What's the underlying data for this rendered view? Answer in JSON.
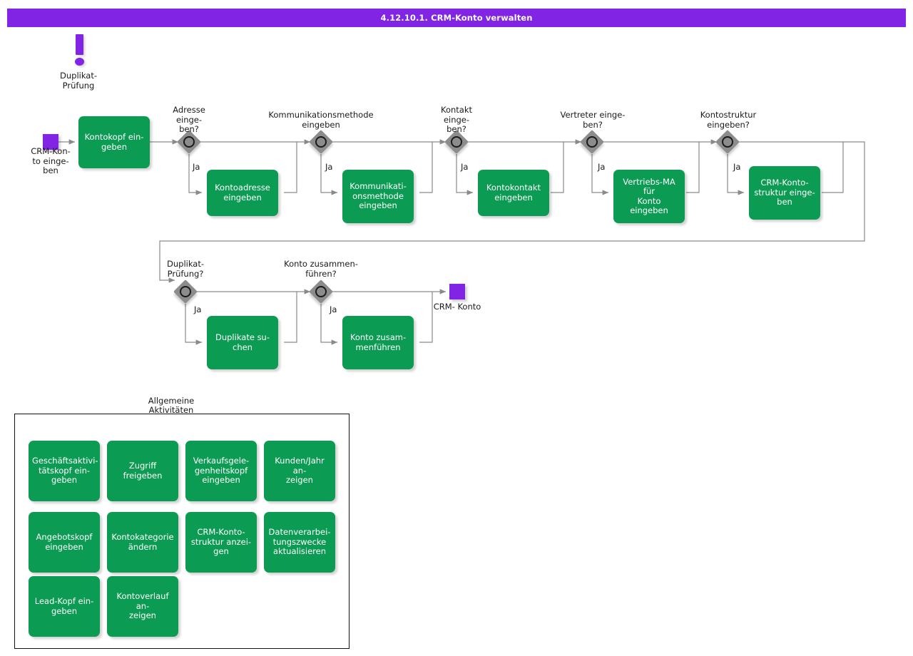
{
  "title": "4.12.10.1. CRM-Konto verwalten",
  "colors": {
    "title_bar": "#8224e3",
    "task_fill": "#0c9b52",
    "task_text": "#ffffff",
    "gateway_fill": "#8c8c8c",
    "event_fill": "#8224e3",
    "connector": "#7a7a7a",
    "group_border": "#111111"
  },
  "annotation": {
    "icon": "exclamation-icon",
    "label": "Duplikat-\nPrüfung"
  },
  "events": {
    "start": {
      "label": "CRM-Kon-\nto einge-\nben"
    },
    "end": {
      "label": "CRM- Konto"
    }
  },
  "gateways": [
    {
      "id": "adresse",
      "label": "Adresse\neinge-\nben?",
      "branch_label": "Ja"
    },
    {
      "id": "kommunikation",
      "label": "Kommunikationsmethode\neingeben",
      "branch_label": "Ja"
    },
    {
      "id": "kontakt",
      "label": "Kontakt\neinge-\nben?",
      "branch_label": "Ja"
    },
    {
      "id": "vertreter",
      "label": "Vertreter einge-\nben?",
      "branch_label": "Ja"
    },
    {
      "id": "kontostruktur",
      "label": "Kontostruktur\neingeben?",
      "branch_label": "Ja"
    },
    {
      "id": "duplikatpruefung",
      "label": "Duplikat-\nPrüfung?",
      "branch_label": "Ja"
    },
    {
      "id": "kontozusammen",
      "label": "Konto  zusammen-\nführen?",
      "branch_label": "Ja"
    }
  ],
  "tasks": [
    {
      "id": "kontokopf",
      "label": "Kontokopf ein-\ngeben"
    },
    {
      "id": "kontoadresse",
      "label": "Kontoadresse\neingeben"
    },
    {
      "id": "kommunikationsmethode",
      "label": "Kommunikati-\nonsmethode\neingeben"
    },
    {
      "id": "kontokontakt",
      "label": "Kontokontakt\neingeben"
    },
    {
      "id": "vertriebsma",
      "label": "Vertriebs-MA für\nKonto eingeben"
    },
    {
      "id": "crmkontostruktur",
      "label": "CRM-Konto-\nstruktur einge-\nben"
    },
    {
      "id": "duplikatesuchen",
      "label": "Duplikate su-\nchen"
    },
    {
      "id": "kontozusammenfuehren",
      "label": "Konto zusam-\nmenführen"
    }
  ],
  "group": {
    "label": "Allgemeine\nAktivitäten",
    "activities": [
      {
        "id": "geschaeftsaktivitaetskopf",
        "label": "Geschäftsaktivi-\ntätskopf    ein-\ngeben"
      },
      {
        "id": "zugriff-freigeben",
        "label": "Zugriff freigeben"
      },
      {
        "id": "verkaufsgelegenheitskopf",
        "label": "Verkaufsgele-\ngenheitskopf\neingeben"
      },
      {
        "id": "kunden-jahr-anzeigen",
        "label": "Kunden/Jahr an-\nzeigen"
      },
      {
        "id": "angebotskopf",
        "label": "Angebotskopf\neingeben"
      },
      {
        "id": "kontokategorie-aendern",
        "label": "Kontokategorie\nändern"
      },
      {
        "id": "crm-kontostruktur-anzeigen",
        "label": "CRM-Konto-\nstruktur anzei-\ngen"
      },
      {
        "id": "datenverarbeitungszwecke",
        "label": "Datenverarbei-\ntungszwecke\naktualisieren"
      },
      {
        "id": "lead-kopf",
        "label": "Lead-Kopf ein-\ngeben"
      },
      {
        "id": "kontoverlauf-anzeigen",
        "label": "Kontoverlauf an-\nzeigen"
      }
    ]
  }
}
